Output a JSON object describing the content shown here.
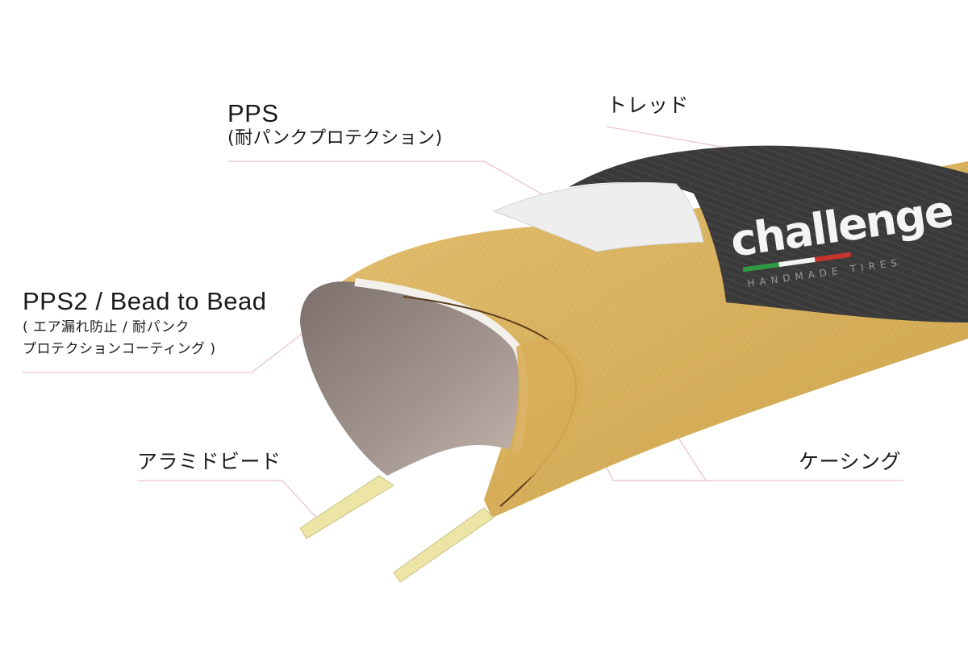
{
  "labels": {
    "pps_title": "PPS",
    "pps_subtitle": "(耐パンクプロテクション)",
    "tread": "トレッド",
    "pps2_title": "PPS2 / Bead to Bead",
    "pps2_line1": "( エア漏れ防止 / 耐パンク",
    "pps2_line2": "プロテクションコーティング )",
    "bead": "アラミドビード",
    "casing": "ケーシング"
  },
  "brand": {
    "logo_text": "challenge",
    "logo_tagline": "HANDMADE TIRES"
  },
  "colors": {
    "casing": "#d9b25c",
    "casing_dark": "#b98d3c",
    "tread": "#2e2e2e",
    "pps_layer": "#eeeeee",
    "inner_coating": "#8c7e79",
    "bead": "#ece5a6",
    "leader_line": "#e7c5cd",
    "flag_green": "#2f9a46",
    "flag_red": "#c9352c"
  }
}
